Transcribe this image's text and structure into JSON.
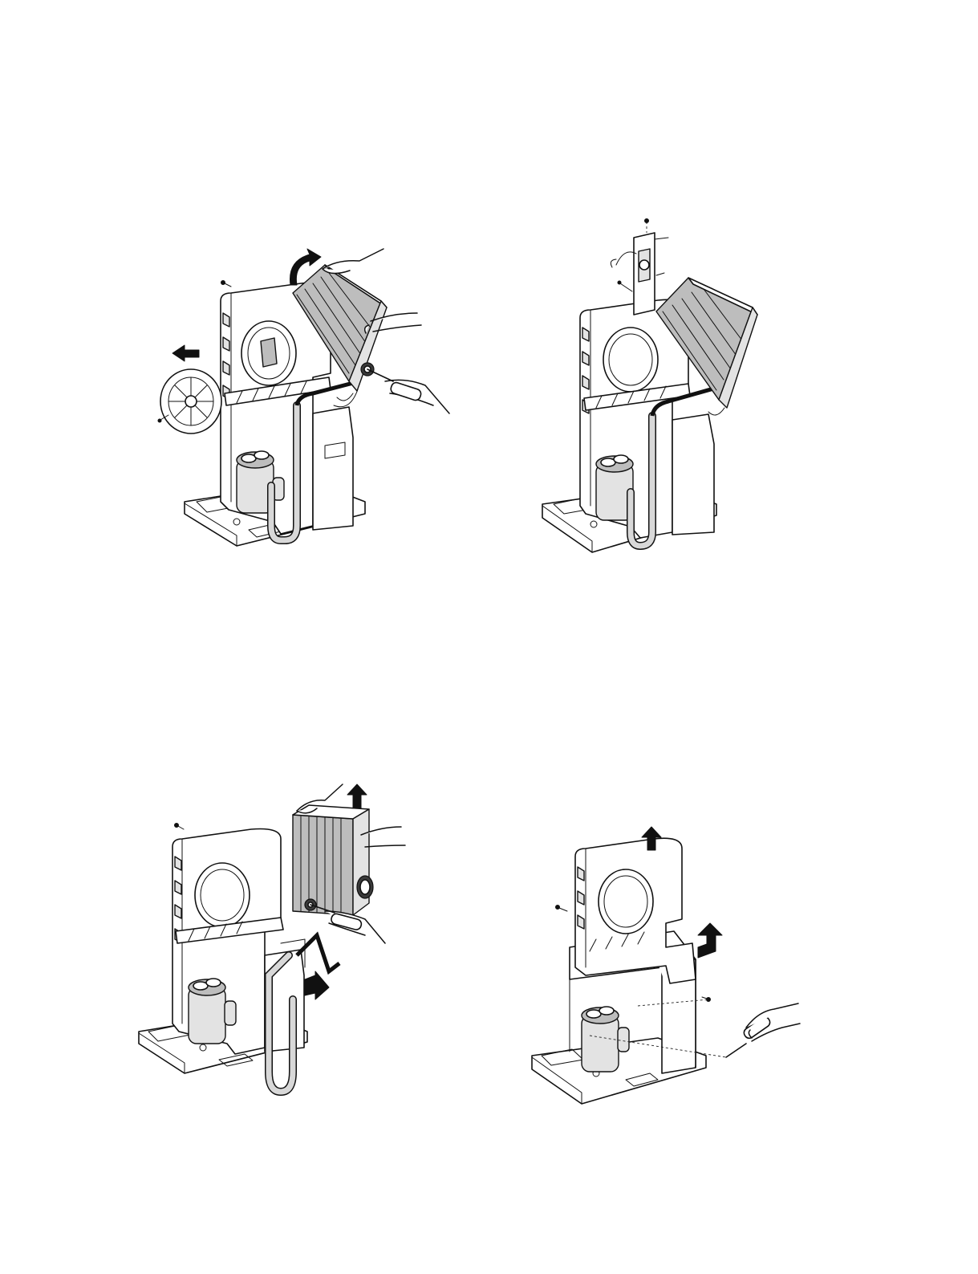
{
  "figure": {
    "panels": [
      {
        "id": "step-1",
        "shows": [
          "fan-removal",
          "evaporator-tilt",
          "screw-removal"
        ]
      },
      {
        "id": "step-2",
        "shows": [
          "control-bracket-removal"
        ]
      },
      {
        "id": "step-3",
        "shows": [
          "evaporator-lift",
          "tube-pull"
        ]
      },
      {
        "id": "step-4",
        "shows": [
          "housing-lift",
          "screw-removal"
        ]
      }
    ],
    "colors": {
      "line": "#111111",
      "fill": "#ffffff",
      "shade_light": "#e3e3e3",
      "shade_mid": "#bdbdbd",
      "arrow": "#111111"
    }
  }
}
